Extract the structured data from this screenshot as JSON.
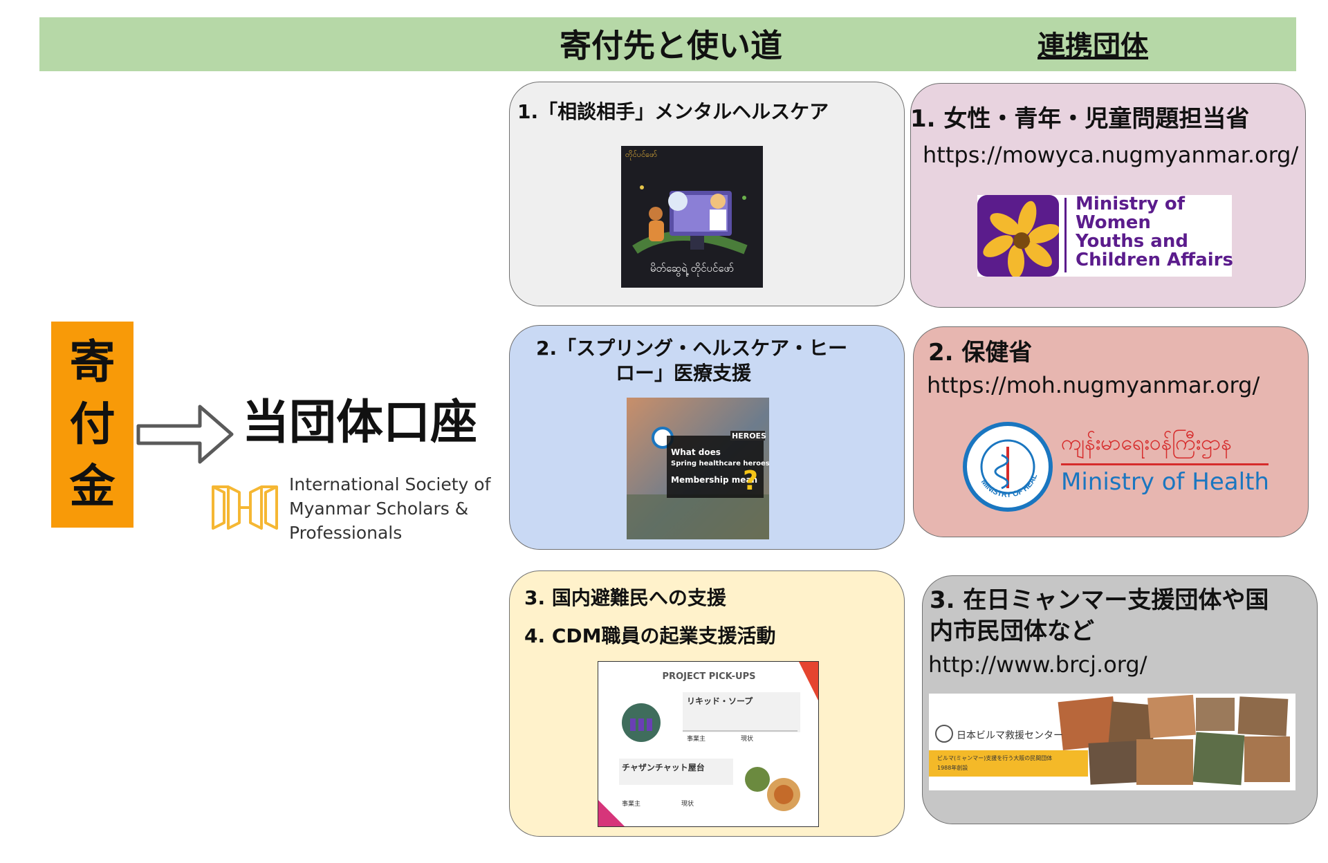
{
  "header": {
    "title": "寄付先と使い道",
    "partners_heading": "連携団体"
  },
  "donation": {
    "chars": [
      "寄",
      "付",
      "金"
    ]
  },
  "account": {
    "title": "当団体口座",
    "org_lines": [
      "International Society of",
      "Myanmar Scholars &",
      "Professionals"
    ]
  },
  "uses": [
    {
      "title": "1.「相談相手」メンタルヘルスケア",
      "image": {
        "top_left": "တိုင်ပင်ဖော်",
        "caption": "မိတ်ဆွေရဲ့ တိုင်ပင်ဖော်"
      }
    },
    {
      "title_lines": [
        "2.「スプリング・ヘルスケア・ヒー",
        "ロー」医療支援"
      ],
      "image": {
        "heroes": "HEROES",
        "line1": "What does",
        "line2": "Spring healthcare heroes-SHH",
        "line3": "Membership mean",
        "qmark": "?"
      }
    },
    {
      "title_lines": [
        "3.  国内避難民への支援",
        "4.  CDM職員の起業支援活動"
      ],
      "image": {
        "heading": "PROJECT PICK-UPS",
        "item1": "リキッド・ソープ",
        "item2": "チャザンチャット屋台",
        "col_a": "事業主",
        "col_b": "現状"
      }
    }
  ],
  "partners": [
    {
      "title": "1.  女性・青年・児童問題担当省",
      "url": "https://mowyca.nugmyanmar.org/",
      "logo_lines": [
        "Ministry of",
        "Women",
        "Youths and",
        "Children Affairs"
      ]
    },
    {
      "title": "2.  保健省",
      "url": "https://moh.nugmyanmar.org/",
      "logo_myanmar": "ကျန်းမာရေးဝန်ကြီးဌာန",
      "logo_en": "Ministry of Health",
      "seal_text": "MINISTRY OF HEALTH"
    },
    {
      "title_lines": [
        "3.  在日ミャンマー支援団体や国",
        "内市民団体など"
      ],
      "url": "http://www.brcj.org/",
      "logo_name": "日本ビルマ救援センター",
      "logo_sub1": "ビルマ(ミャンマー)支援を行う大阪の民間団体",
      "logo_sub2": "1988年創設"
    }
  ],
  "colors": {
    "header": "#b6d8a7",
    "donate": "#f89a08",
    "use1": "#efefef",
    "use2": "#c9d9f4",
    "use3": "#fff2cb",
    "partner1": "#e8d3df",
    "partner2": "#e7b6b0",
    "partner3": "#c6c6c6",
    "mowyca_purple": "#5b1c8c",
    "moh_blue": "#1a76c0"
  }
}
